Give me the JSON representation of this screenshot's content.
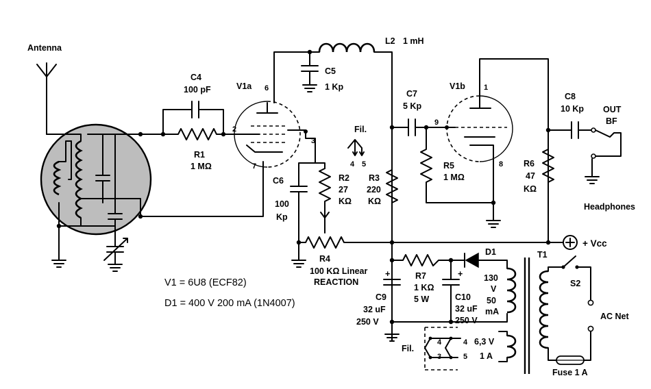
{
  "antenna": {
    "label": "Antenna"
  },
  "components": {
    "c4": {
      "name": "C4",
      "value": "100 pF"
    },
    "r1": {
      "name": "R1",
      "value": "1 MΩ"
    },
    "v1a": {
      "name": "V1a",
      "pin6": "6",
      "pin2": "2",
      "pin3": "3",
      "pin7": "7"
    },
    "c5": {
      "name": "C5",
      "value": "1 Kp"
    },
    "l2": {
      "name": "L2",
      "value": "1 mH"
    },
    "fil": {
      "name": "Fil.",
      "pin4": "4",
      "pin5": "5"
    },
    "c6": {
      "name": "C6",
      "value1": "100",
      "value2": "Kp"
    },
    "r2": {
      "name": "R2",
      "value1": "27",
      "value2": "KΩ"
    },
    "r3": {
      "name": "R3",
      "value1": "220",
      "value2": "KΩ"
    },
    "r4": {
      "name": "R4",
      "value": "100 KΩ Linear",
      "function": "REACTION"
    },
    "c7": {
      "name": "C7",
      "value": "5 Kp"
    },
    "v1b": {
      "name": "V1b",
      "pin1": "1",
      "pin9": "9",
      "pin8": "8"
    },
    "r5": {
      "name": "R5",
      "value": "1 MΩ"
    },
    "r6": {
      "name": "R6",
      "value1": "47",
      "value2": "KΩ"
    },
    "c8": {
      "name": "C8",
      "value": "10 Kp"
    },
    "out": {
      "line1": "OUT",
      "line2": "BF"
    },
    "headphones": {
      "label": "Headphones"
    },
    "vcc": {
      "label": "+ Vcc"
    },
    "r7": {
      "name": "R7",
      "value": "1 KΩ",
      "power": "5 W"
    },
    "d1": {
      "name": "D1"
    },
    "c9": {
      "name": "C9",
      "value": "32 uF",
      "voltage": "250 V",
      "polarity": "+"
    },
    "c10": {
      "name": "C10",
      "value": "32 uF",
      "voltage": "250 V",
      "polarity": "+"
    },
    "t1": {
      "name": "T1",
      "sec1_v": "130",
      "sec1_vu": "V",
      "sec1_i": "50",
      "sec1_iu": "mA",
      "sec2_v": "6,3 V",
      "sec2_i": "1 A"
    },
    "fil2": {
      "name": "Fil.",
      "pin4a": "4",
      "pin3a": "3",
      "pin4b": "4",
      "pin5b": "5"
    },
    "s2": {
      "name": "S2"
    },
    "acnet": {
      "label": "AC Net"
    },
    "fuse": {
      "label": "Fuse 1 A"
    }
  },
  "notes": {
    "v1": "V1 = 6U8 (ECF82)",
    "d1": "D1 = 400 V 200 mA (1N4007)"
  }
}
